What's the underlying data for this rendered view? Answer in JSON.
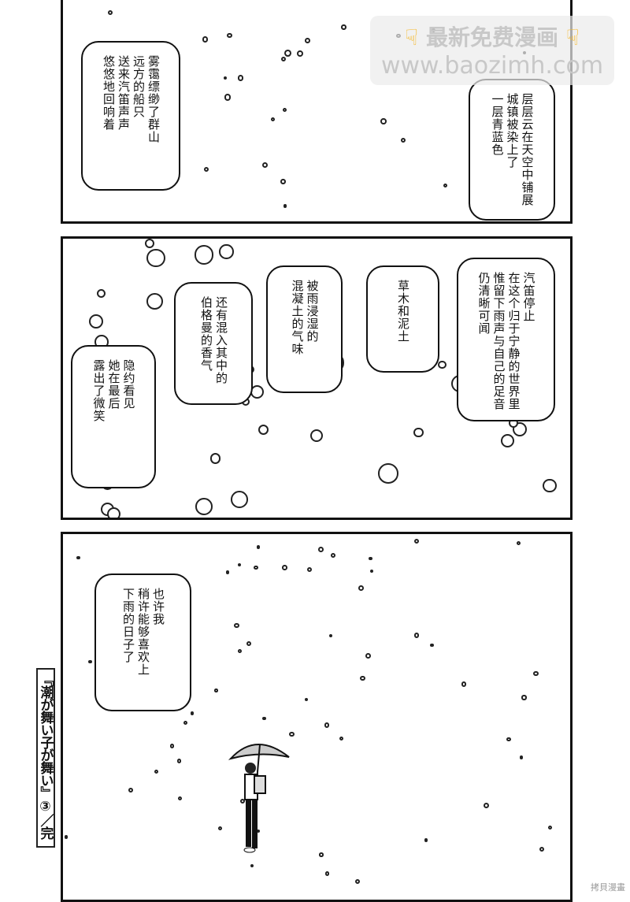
{
  "panel1": {
    "bubble_left": [
      "雾霭缥缈了群山",
      "远方的船只",
      "送来汽笛声声",
      "悠悠地回响着"
    ],
    "bubble_right": [
      "层层云在天空中铺展",
      "城镇被染上了",
      "一层青蓝色"
    ]
  },
  "panel2": {
    "bubbles": [
      [
        "汽笛停止",
        "在这个归于宁静的世界里",
        "惟留下雨声与自己的足音",
        "仍清晰可闻"
      ],
      [
        "草木和泥土"
      ],
      [
        "被雨浸湿的",
        "混凝土的气味"
      ],
      [
        "还有混入其中的",
        "伯格曼的香气"
      ],
      [
        "隐约看见",
        "她在最后",
        "露出了微笑"
      ]
    ]
  },
  "panel3": {
    "bubble": [
      "也许我",
      "稍许能够喜欢上",
      "下雨的日子了"
    ]
  },
  "title": "『潮が舞い子が舞い』③／完",
  "watermark": {
    "line1": "最新免费漫画",
    "line2": "www.baozimh.com",
    "icon": "pointing-hand-icon"
  },
  "credit": "拷貝漫畫"
}
